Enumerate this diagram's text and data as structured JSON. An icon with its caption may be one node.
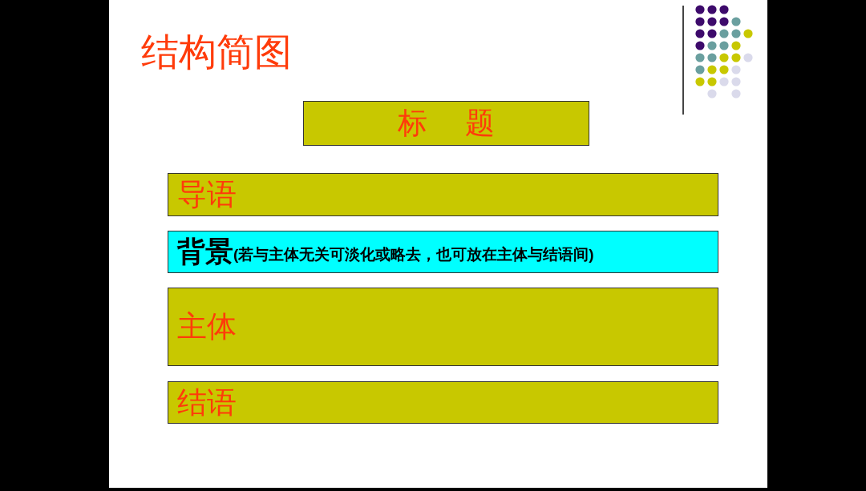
{
  "diagram": {
    "title": "结构简图",
    "nodes": [
      {
        "text": [
          "标 题"
        ]
      },
      {
        "text": [
          "导语"
        ]
      },
      {
        "text": [
          "背景",
          "(若与主体无关可淡化或略去，也可放在主体与结语间)"
        ]
      },
      {
        "text": [
          "主体"
        ]
      },
      {
        "text": [
          "结语"
        ]
      }
    ]
  }
}
